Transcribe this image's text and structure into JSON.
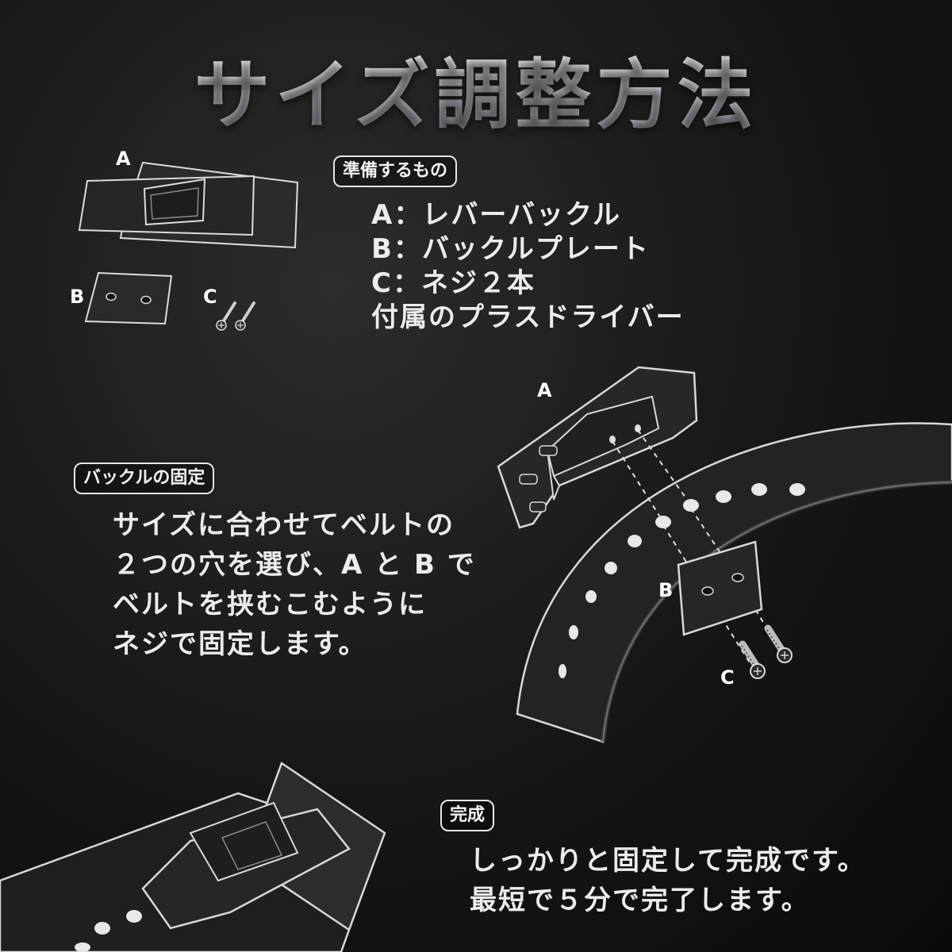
{
  "title": "サイズ調整方法",
  "prep": {
    "tag": "準備するもの",
    "lines": [
      "A：レバーバックル",
      "B：バックルプレート",
      "C：ネジ２本",
      "付属のプラスドライバー"
    ]
  },
  "fix": {
    "tag": "バックルの固定",
    "lines": [
      "サイズに合わせてベルトの",
      "２つの穴を選び、A と B で",
      "ベルトを挟むこむように",
      "ネジで固定します。"
    ]
  },
  "done": {
    "tag": "完成",
    "lines": [
      "しっかりと固定して完成です。",
      "最短で５分で完了します。"
    ]
  },
  "labels": {
    "a_top": "A",
    "b_top": "B",
    "c_top": "C",
    "a_mid": "A",
    "b_mid": "B",
    "c_mid": "C"
  },
  "colors": {
    "part_fill": "#2a2a2a",
    "part_outline": "#d8d8d8",
    "text": "#ececec"
  }
}
